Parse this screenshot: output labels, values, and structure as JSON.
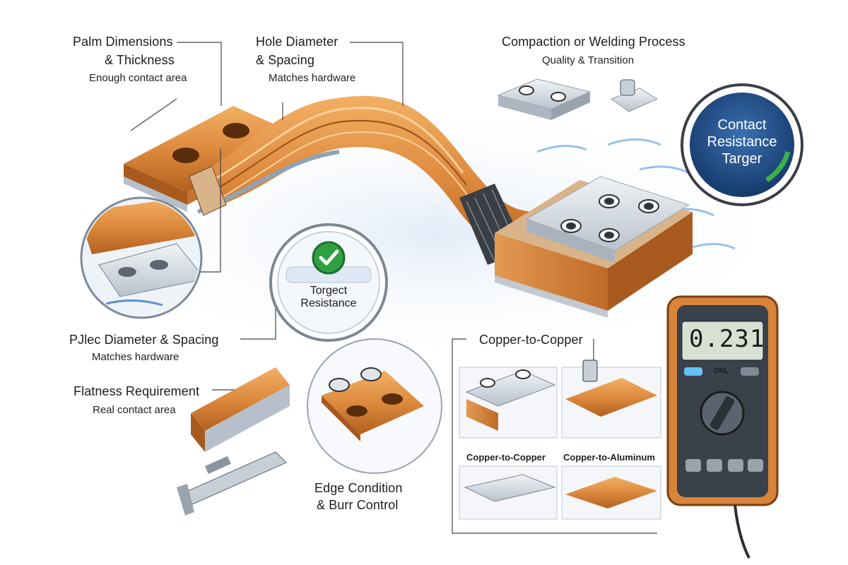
{
  "labels": {
    "palm": {
      "title_line1": "Palm Dimensions",
      "title_line2": "& Thickness",
      "sub": "Enough contact area"
    },
    "hole": {
      "title_line1": "Hole Diameter",
      "title_line2": "& Spacing",
      "sub": "Matches hardware"
    },
    "compaction": {
      "title": "Compaction or Welding Process",
      "sub": "Quality & Transition"
    },
    "pjlec": {
      "title": "PJlec Diameter  & Spacing",
      "sub": "Matches hardware"
    },
    "flatness": {
      "title": "Flatness Requirement",
      "sub": "Real contact area"
    },
    "edge": {
      "title_line1": "Edge Condition",
      "title_line2": "& Burr Control"
    },
    "copper_header": "Copper-to-Copper"
  },
  "badges": {
    "contact": {
      "line1": "Contact",
      "line2": "Resistance",
      "line3": "Targer"
    },
    "target": {
      "line1": "Torgect",
      "line2": "Resistance"
    }
  },
  "panels": {
    "left_caption": "Copper-to-Copper",
    "right_caption": "Copper-to-Aluminum"
  },
  "meter": {
    "reading": "0.231",
    "button_label": "ONL"
  },
  "colors": {
    "copper": "#d9823a",
    "copper_dark": "#a8561e",
    "steel": "#d5dbe2",
    "badge_blue": "#1f4f8a",
    "check_green": "#2ea043",
    "meter_orange": "#d8843a",
    "meter_body": "#39414b",
    "arrow_blue": "#7fb3e6"
  }
}
